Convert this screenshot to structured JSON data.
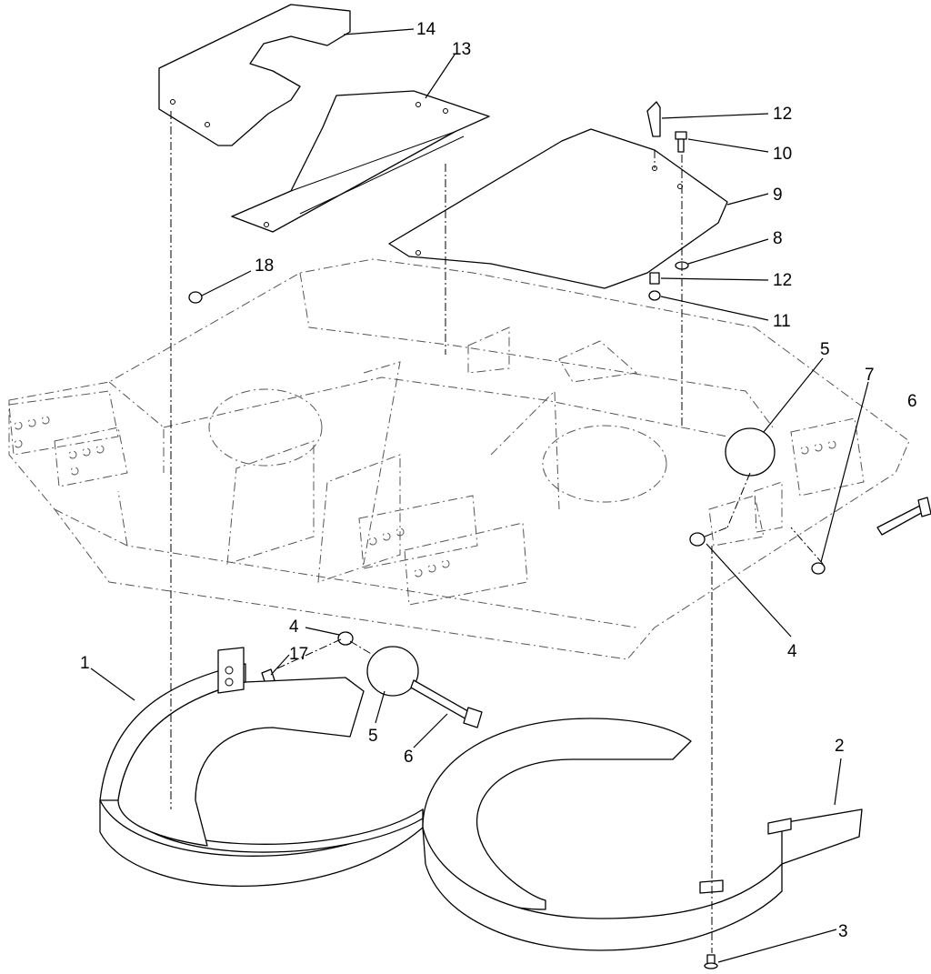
{
  "callouts": [
    {
      "id": "c14",
      "label": "14"
    },
    {
      "id": "c13",
      "label": "13"
    },
    {
      "id": "c12a",
      "label": "12"
    },
    {
      "id": "c10",
      "label": "10"
    },
    {
      "id": "c9",
      "label": "9"
    },
    {
      "id": "c8",
      "label": "8"
    },
    {
      "id": "c12b",
      "label": "12"
    },
    {
      "id": "c11",
      "label": "11"
    },
    {
      "id": "c18",
      "label": "18"
    },
    {
      "id": "c5a",
      "label": "5"
    },
    {
      "id": "c7",
      "label": "7"
    },
    {
      "id": "c6a",
      "label": "6"
    },
    {
      "id": "c4a",
      "label": "4"
    },
    {
      "id": "c4b",
      "label": "4"
    },
    {
      "id": "c17",
      "label": "17"
    },
    {
      "id": "c1",
      "label": "1"
    },
    {
      "id": "c5b",
      "label": "5"
    },
    {
      "id": "c6b",
      "label": "6"
    },
    {
      "id": "c2",
      "label": "2"
    },
    {
      "id": "c3",
      "label": "3"
    }
  ]
}
